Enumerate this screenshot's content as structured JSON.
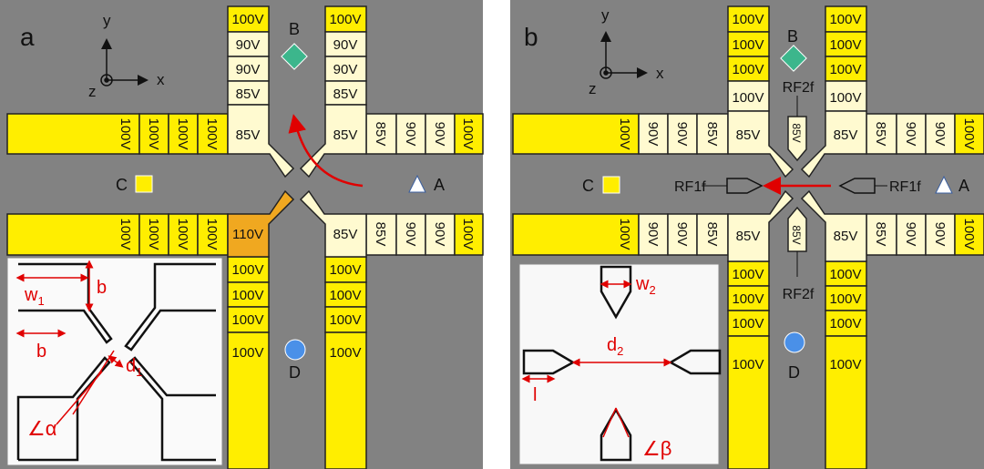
{
  "panels": [
    {
      "id": "a",
      "letter": "a",
      "axes": {
        "x": "x",
        "y": "y",
        "z": "z"
      },
      "points": {
        "A": "A",
        "B": "B",
        "C": "C",
        "D": "D"
      },
      "electrodes": {
        "top_left": [
          "100V",
          "90V",
          "90V",
          "85V"
        ],
        "top_right": [
          "100V",
          "90V",
          "90V",
          "85V"
        ],
        "left_top": [
          "100V",
          "100V",
          "100V",
          "100V"
        ],
        "left_bottom": [
          "100V",
          "100V",
          "100V",
          "100V"
        ],
        "right_top": [
          "85V",
          "90V",
          "90V",
          "100V"
        ],
        "right_bottom": [
          "85V",
          "90V",
          "90V",
          "100V"
        ],
        "bottom_left": [
          "100V",
          "100V",
          "100V",
          "100V"
        ],
        "bottom_right": [
          "100V",
          "100V",
          "100V",
          "100V"
        ],
        "inner_tl": "85V",
        "inner_tr": "85V",
        "inner_bl": "110V",
        "inner_br": "85V"
      },
      "inset": {
        "w1": "w",
        "w1_sub": "1",
        "b_top": "b",
        "b_left": "b",
        "d1": "d",
        "d1_sub": "1",
        "alpha": "∠α"
      }
    },
    {
      "id": "b",
      "letter": "b",
      "axes": {
        "x": "x",
        "y": "y",
        "z": "z"
      },
      "points": {
        "A": "A",
        "B": "B",
        "C": "C",
        "D": "D"
      },
      "electrodes": {
        "top_left": [
          "100V",
          "100V",
          "100V",
          "100V"
        ],
        "top_right": [
          "100V",
          "100V",
          "100V",
          "100V"
        ],
        "left_top": [
          "100V",
          "90V",
          "90V",
          "85V"
        ],
        "left_bottom": [
          "100V",
          "90V",
          "90V",
          "85V"
        ],
        "right_top": [
          "85V",
          "90V",
          "90V",
          "100V"
        ],
        "right_bottom": [
          "85V",
          "90V",
          "90V",
          "100V"
        ],
        "bottom_left": [
          "100V",
          "100V",
          "100V",
          "100V"
        ],
        "bottom_right": [
          "100V",
          "100V",
          "100V",
          "100V"
        ],
        "inner_tl": "85V",
        "inner_tr": "85V",
        "inner_bl": "85V",
        "inner_br": "85V"
      },
      "rf": {
        "top": "RF2f",
        "bottom": "RF2f",
        "left": "RF1f",
        "right": "RF1f",
        "tip_top": "85V",
        "tip_bottom": "85V"
      },
      "inset": {
        "w2": "w",
        "w2_sub": "2",
        "d2": "d",
        "d2_sub": "2",
        "l": "l",
        "beta": "∠β"
      }
    }
  ],
  "colors": {
    "gray": "#828282",
    "yellow": "#ffee00",
    "cream": "#fffad0",
    "orange": "#f0a820",
    "red": "#e00000",
    "diamond": "#3cb68c",
    "square": "#ffee00",
    "circle": "#4a90e8"
  }
}
